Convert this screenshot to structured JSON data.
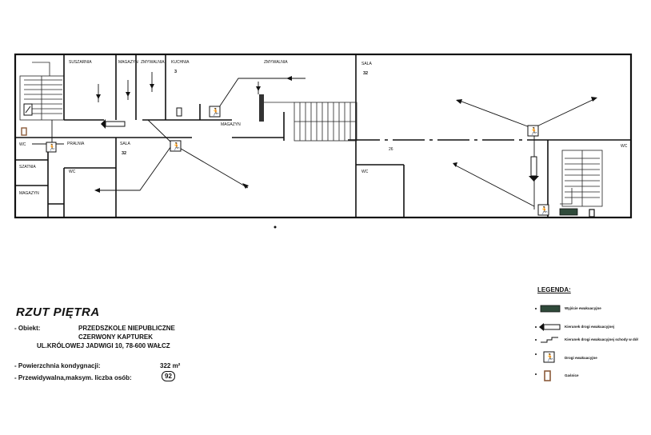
{
  "rooms": {
    "suszarnia": "SUSZARNIA",
    "magazyn_top": "MAGAZYN",
    "zmywalnia_1": "ZMYWALNIA",
    "kuchnia": "KUCHNIA",
    "kuchnia_num": "3",
    "zmywalnia_2": "ZMYWALNIA",
    "sala_right_top": "SALA",
    "sala_right_top_num": "32",
    "wc_left": "WC",
    "pralnia": "PRALNIA",
    "sala_mid": "SALA",
    "sala_mid_num": "32",
    "magazyn_mid": "MAGAZYN",
    "szatnia": "SZATNIA",
    "wc_mid": "WC",
    "magazyn_bottom": "MAGAZYN",
    "wc_right_bottom": "WC",
    "wc_far_right": "WC",
    "unit_number": "26"
  },
  "info": {
    "title": "RZUT PIĘTRA",
    "object_label": "- Obiekt:",
    "object_line1": "PRZEDSZKOLE NIEPUBLICZNE",
    "object_line2": "CZERWONY KAPTUREK",
    "object_line3": "UL.KRÓLOWEJ JADWIGI 10, 78-600 WAŁCZ",
    "area_label": "- Powierzchnia kondygnacji:",
    "area_value": "322 m²",
    "capacity_label": "- Przewidywalna,maksym. liczba osób:",
    "capacity_value": "92"
  },
  "legend": {
    "title": "LEGENDA:",
    "items": [
      {
        "icon": "exit-sign-icon",
        "label": "Wyjście ewakuacyjne"
      },
      {
        "icon": "direction-arrow-icon",
        "label": "Kierunek drogi ewakuacyjnej"
      },
      {
        "icon": "stairs-direction-icon",
        "label": "Kierunek drogi ewakuacyjnej schody w dół"
      },
      {
        "icon": "running-man-icon",
        "label": "Drogi ewakuacyjne"
      },
      {
        "icon": "door-icon",
        "label": "Gaśnice"
      }
    ]
  },
  "colors": {
    "ink": "#111111",
    "sign_green": "#2f4a3a",
    "extinguisher": "#8a5a3a"
  }
}
